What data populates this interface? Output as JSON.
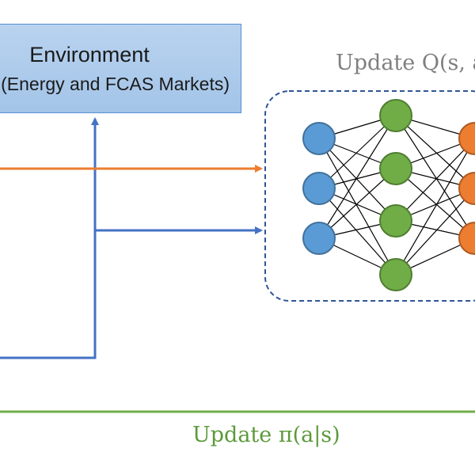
{
  "environment": {
    "title": "Environment",
    "subtitle": "(Energy and FCAS Markets)"
  },
  "critic": {
    "label": "Update Q(s, a)"
  },
  "actor": {
    "label": "Update π(a|s)"
  },
  "colors": {
    "env_fill": "#a3c4e8",
    "env_border": "#5b8fd0",
    "blue_arrow": "#4472c4",
    "orange_arrow": "#ed7d31",
    "green_line": "#70ad47",
    "node_blue": "#5b9bd5",
    "node_green": "#70ad47",
    "node_orange": "#ed7d31",
    "dashed_border": "#2f5597"
  },
  "network": {
    "layers": [
      {
        "name": "input",
        "nodes": 3,
        "color": "node_blue"
      },
      {
        "name": "hidden",
        "nodes": 4,
        "color": "node_green"
      },
      {
        "name": "output",
        "nodes": 3,
        "color": "node_orange"
      }
    ]
  }
}
